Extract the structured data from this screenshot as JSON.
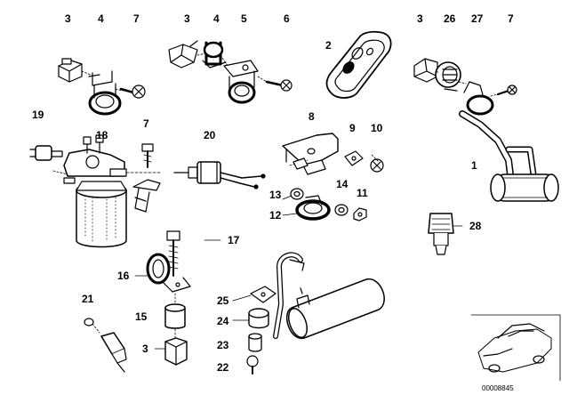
{
  "diagram": {
    "callouts": {
      "c3a": "3",
      "c4a": "4",
      "c7a": "7",
      "c3b": "3",
      "c4b": "4",
      "c5": "5",
      "c6": "6",
      "c2": "2",
      "c3c": "3",
      "c26": "26",
      "c27": "27",
      "c7b": "7",
      "c19": "19",
      "c7c": "7",
      "c18": "18",
      "c20": "20",
      "c8": "8",
      "c9": "9",
      "c10": "10",
      "c13": "13",
      "c14": "14",
      "c11": "11",
      "c12": "12",
      "c1": "1",
      "c28": "28",
      "c17": "17",
      "c16": "16",
      "c15": "15",
      "c3d": "3",
      "c21": "21",
      "c25": "25",
      "c24": "24",
      "c23": "23",
      "c22": "22"
    },
    "document_number": "00008845"
  }
}
